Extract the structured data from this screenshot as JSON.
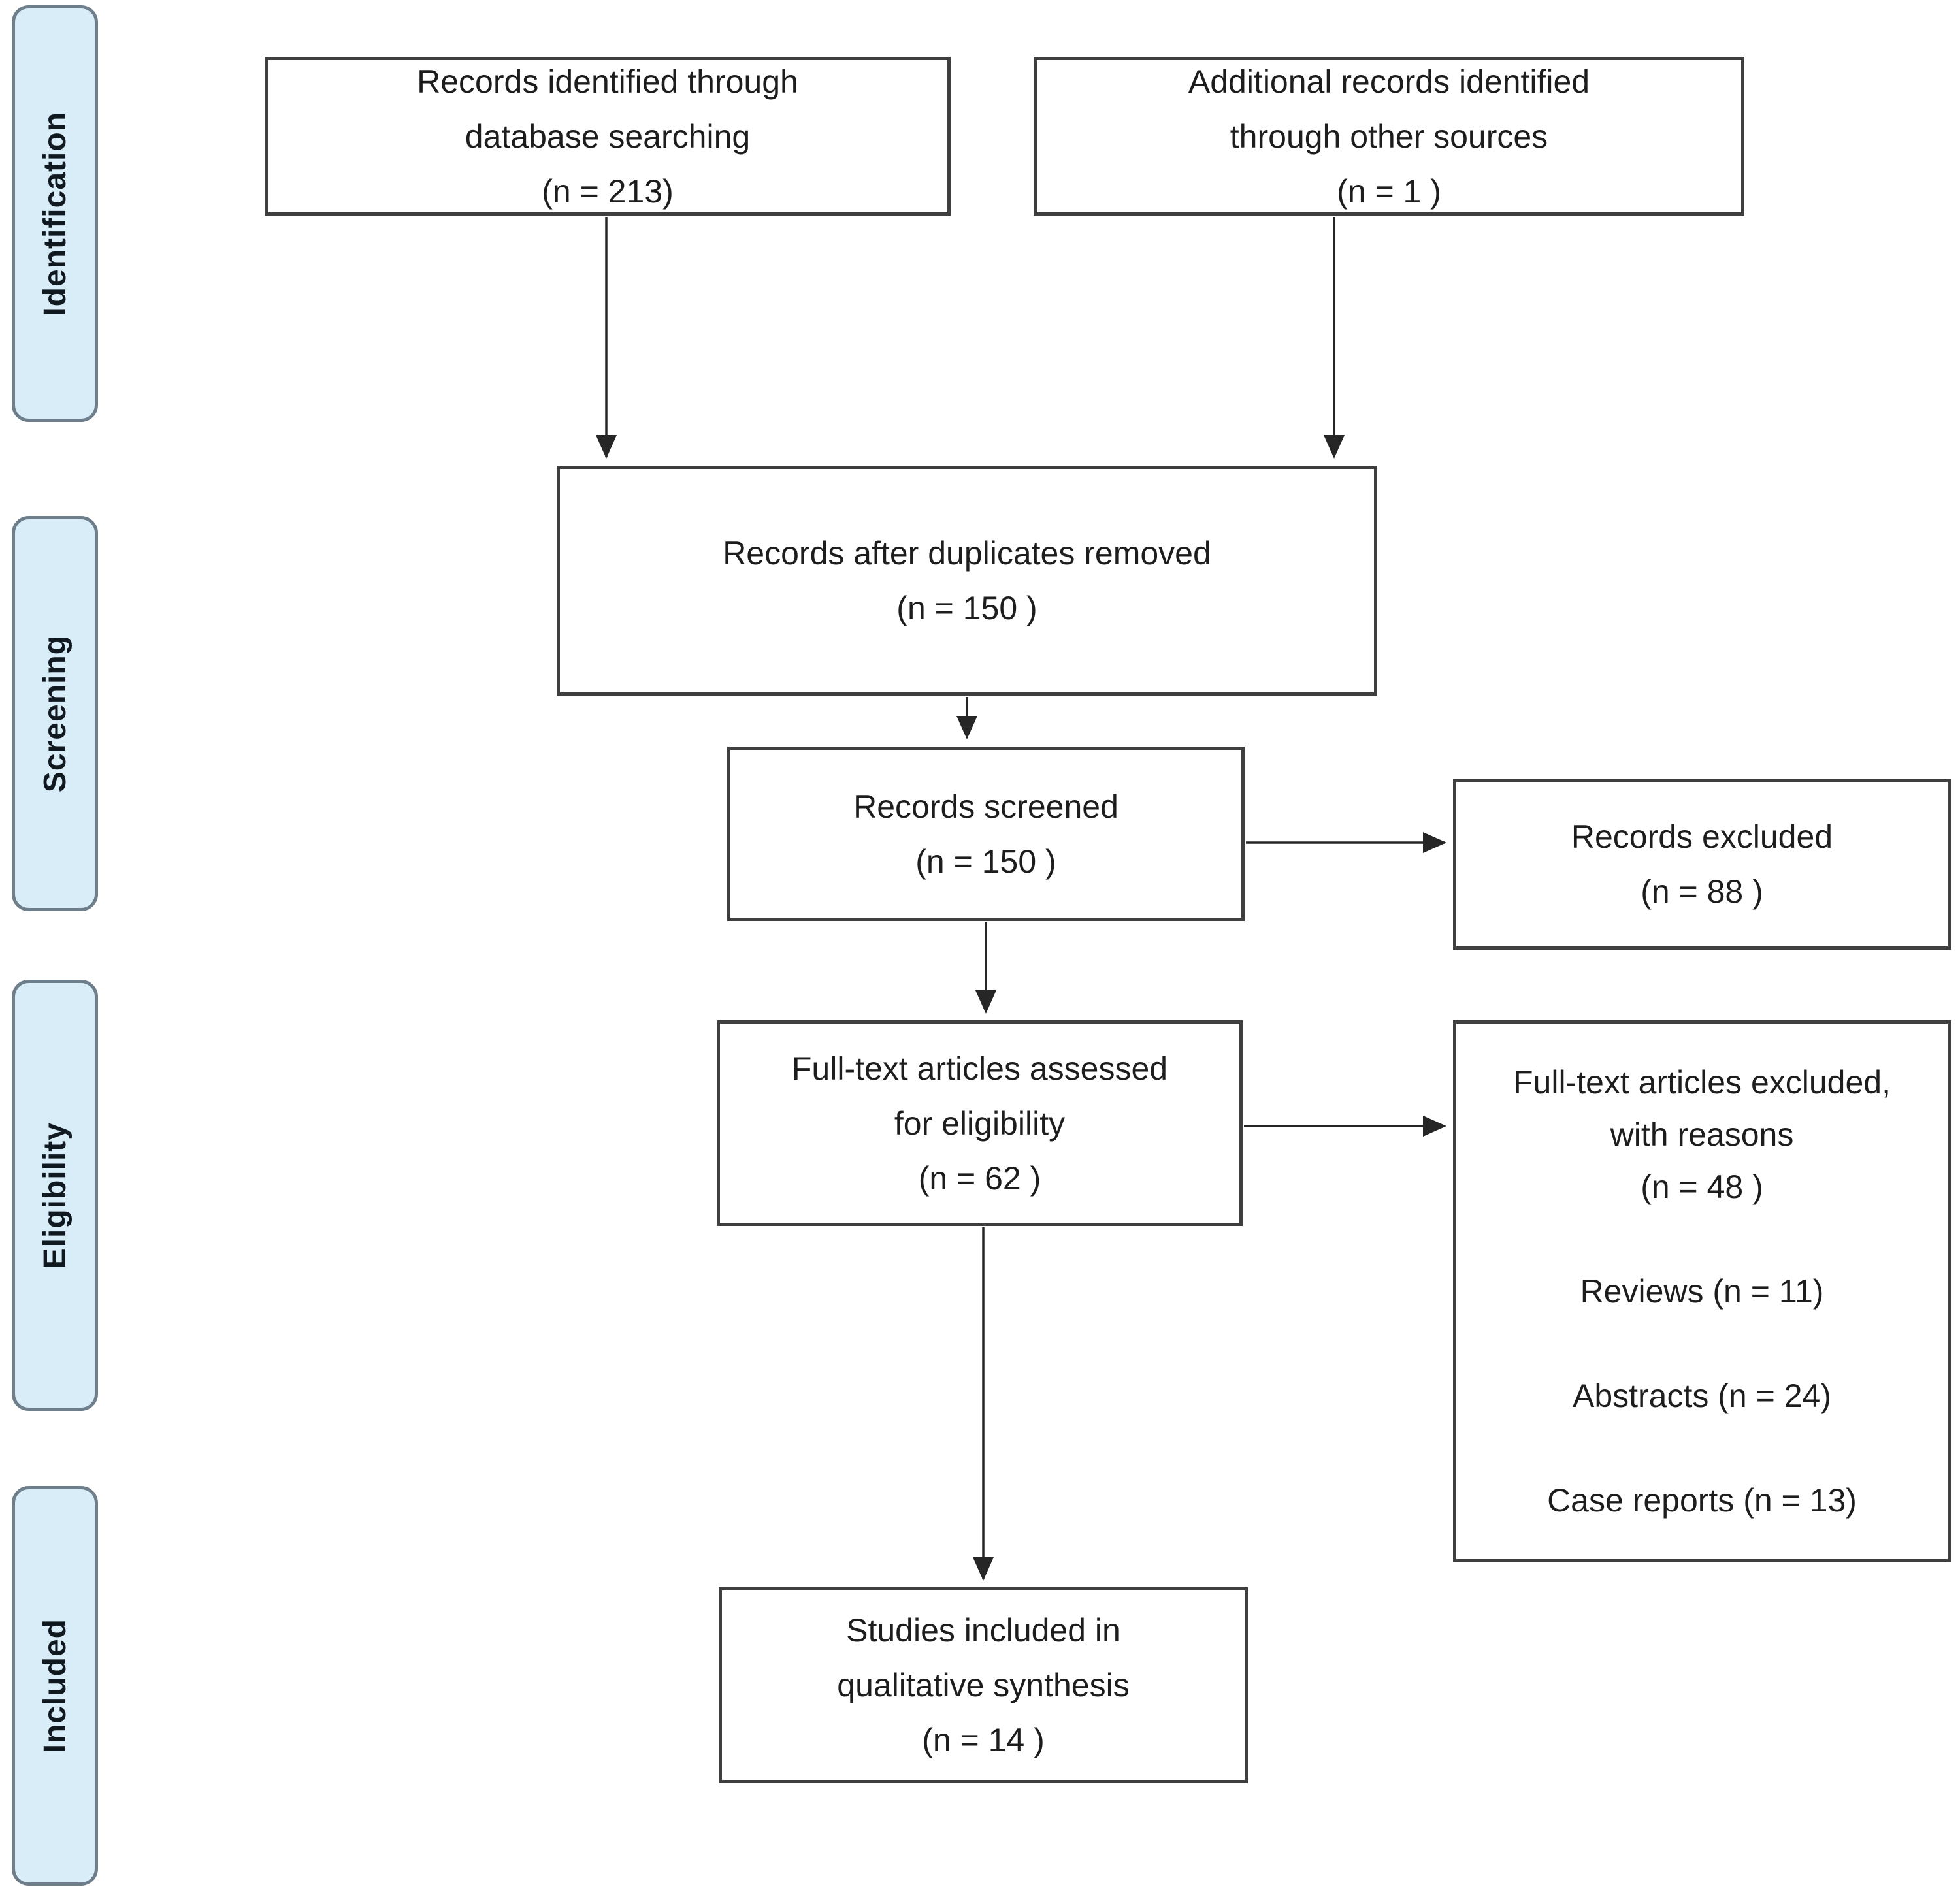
{
  "stages": {
    "identification": "Identification",
    "screening": "Screening",
    "eligibility": "Eligibility",
    "included": "Included"
  },
  "boxes": {
    "db": {
      "text": "Records identified through\ndatabase searching\n(n = 213)"
    },
    "other": {
      "text": "Additional records identified\nthrough other sources\n(n = 1 )"
    },
    "dup": {
      "text": "Records after duplicates removed\n(n = 150 )"
    },
    "screened": {
      "text": "Records screened\n(n = 150 )"
    },
    "excluded": {
      "text": "Records excluded\n(n = 88 )"
    },
    "fulltext": {
      "text": "Full-text articles assessed\nfor eligibility\n(n = 62 )"
    },
    "reasons": {
      "text": "Full-text articles excluded,\nwith reasons\n(n = 48 )\n\nReviews (n = 11)\n\nAbstracts (n = 24)\n\nCase reports (n = 13)"
    },
    "included": {
      "text": "Studies included in\nqualitative synthesis\n(n = 14 )"
    }
  },
  "colors": {
    "stage_fill": "#d9edf9",
    "stage_border": "#6e7e8a",
    "stage_text": "#101820",
    "box_border": "#3f3f3f",
    "box_text": "#1d1d1d",
    "arrow_color": "#262626"
  }
}
